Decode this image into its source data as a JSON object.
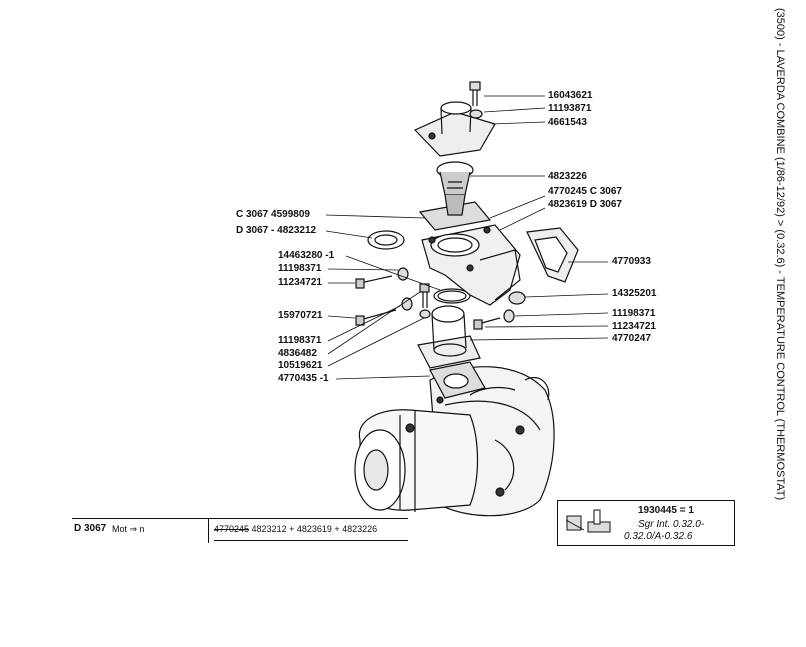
{
  "side_title": "(3500) - LAVERDA COMBINE (1/86-12/92) > (0.32.6) - TEMPERATURE CONTROL (THERMOSTAT)",
  "labels": {
    "p16043621": "16043621",
    "p11193871": "11193871",
    "p4661543": "4661543",
    "p4823226": "4823226",
    "p4770245": "4770245 C 3067",
    "p4823619": "4823619 D 3067",
    "c3067": "C 3067  4599809",
    "d3067": "D 3067 - 4823212",
    "p14463280": "14463280 -1",
    "p11198371a": "11198371",
    "p11234721a": "11234721",
    "p4770933": "4770933",
    "p14325201": "14325201",
    "p15970721": "15970721",
    "p11198371b": "11198371",
    "p11234721b": "11234721",
    "p4770247": "4770247",
    "p11198371c": "11198371",
    "p4836482": "4836482",
    "p10519621": "10519621",
    "p4770435": "4770435 -1"
  },
  "modification": {
    "code": "D 3067",
    "mot": "Mot ⇒ n",
    "old_part": "4770245",
    "new_parts": " 4823212 + 4823619 + 4823226"
  },
  "reference_box": {
    "number": "1930445 = 1",
    "line1": "Sgr  Int. 0.32.0-",
    "line2": "0.32.0/A-0.32.6"
  }
}
